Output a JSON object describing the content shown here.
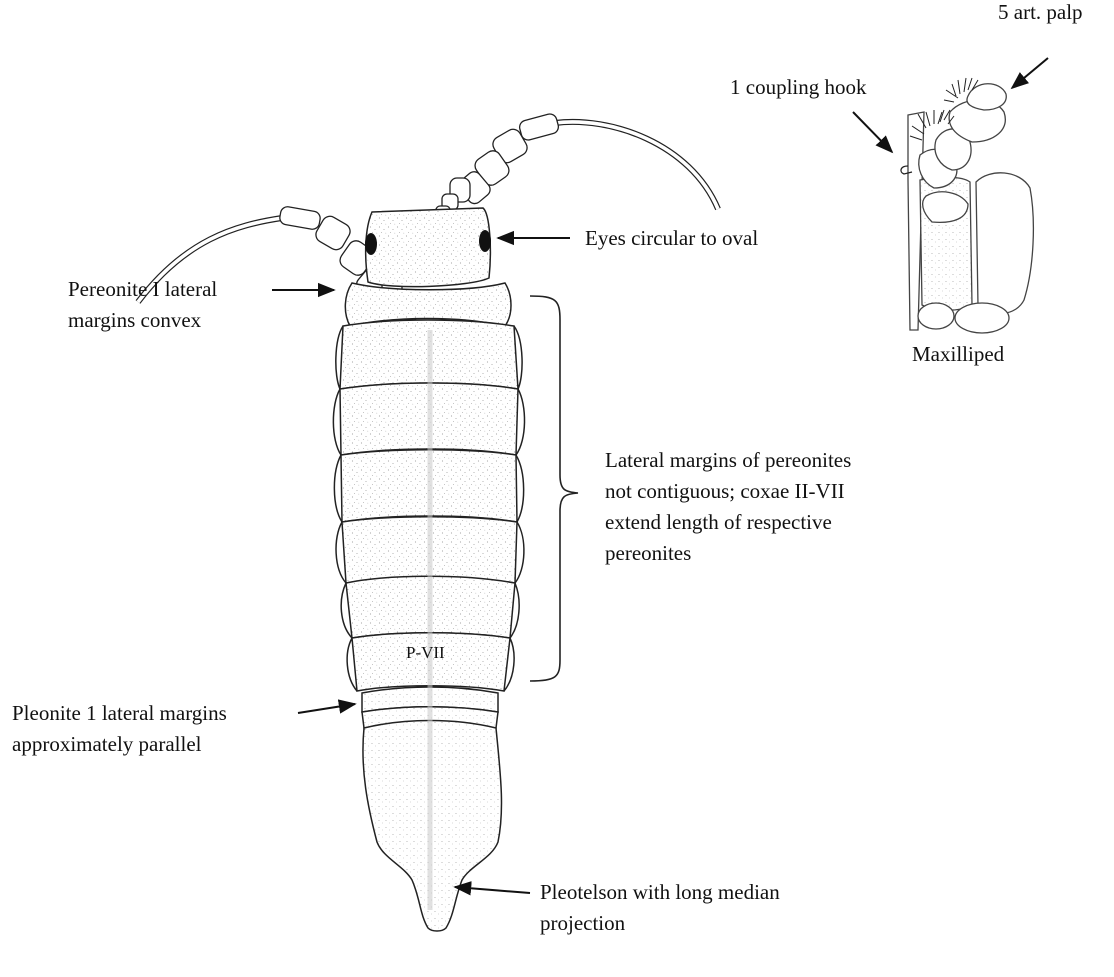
{
  "labels": {
    "palp": "5 art. palp",
    "coupling_hook": "1 coupling hook",
    "eyes": "Eyes circular to oval",
    "pereonite_1": [
      "Pereonite I lateral",
      "margins convex"
    ],
    "maxilliped": "Maxilliped",
    "lateral_margins": [
      "Lateral margins of pereonites",
      "not contiguous; coxae II-VII",
      "extend length of respective",
      "pereonites"
    ],
    "pvii": "P-VII",
    "pleonite_1": [
      "Pleonite 1 lateral margins",
      "approximately parallel"
    ],
    "pleotelson": [
      "Pleotelson with long median",
      "projection"
    ]
  },
  "colors": {
    "ink": "#111111",
    "stipple": "#9a9a9a"
  }
}
